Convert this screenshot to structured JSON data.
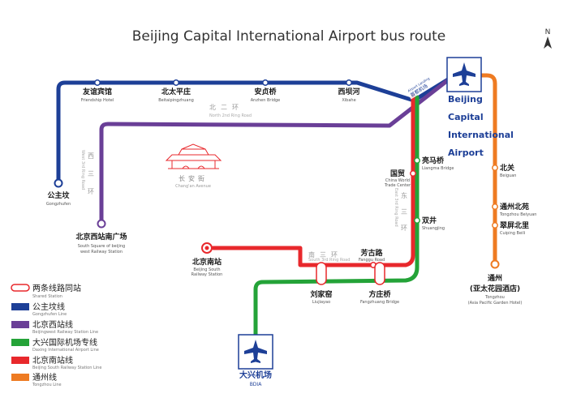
{
  "title": "Beijing Capital International Airport bus route",
  "compass": "N",
  "colors": {
    "gongzhufen_line": "#1d3f97",
    "beijingwest_line": "#6a3f97",
    "daxing_airport_line": "#24a338",
    "beijingsouth_line": "#e8282c",
    "tongzhou_line": "#ee7b22",
    "shared_station": "#e8282c"
  },
  "airports": {
    "capital": {
      "icon": "airplane-icon",
      "line1": "Beijing",
      "line2": "Capital",
      "line3": "International",
      "line4": "Airport",
      "tag_cn": "首都机场",
      "tag_en": "Airport Landing"
    },
    "daxing": {
      "icon": "airplane-icon",
      "cn": "大兴机场",
      "en": "BDIA"
    }
  },
  "stations": {
    "friendship_hotel": {
      "cn": "友谊宾馆",
      "en": "Friendship Hotel"
    },
    "beitaipingzhuang": {
      "cn": "北太平庄",
      "en": "Beitaipingzhuang"
    },
    "anzhen_bridge": {
      "cn": "安贞桥",
      "en": "Anzhen Bridge"
    },
    "xibahe": {
      "cn": "西坝河",
      "en": "Xibahe"
    },
    "gongzhufen": {
      "cn": "公主坟",
      "en": "Gongzhufen"
    },
    "beijing_west_south_square": {
      "cn": "北京西站南广场",
      "en1": "South Square of beijing",
      "en2": "west Railway Station"
    },
    "liangma_bridge": {
      "cn": "亮马桥",
      "en": "Liangma Bridge"
    },
    "china_world": {
      "cn": "国贸",
      "en1": "China World",
      "en2": "Trade Center"
    },
    "shuangjing": {
      "cn": "双井",
      "en": "Shuangjing"
    },
    "beijing_south": {
      "cn": "北京南站",
      "en1": "Beijing South",
      "en2": "Railway Station"
    },
    "fanggu_road": {
      "cn": "芳古路",
      "en": "Fanggu Road"
    },
    "liujiayao": {
      "cn": "刘家窑",
      "en": "Liujiayao"
    },
    "fangzhuang_bridge": {
      "cn": "方庄桥",
      "en": "Fangzhuang Bridge"
    },
    "beiguan": {
      "cn": "北关",
      "en": "Beiguan"
    },
    "tongzhou_beiyuan": {
      "cn": "通州北苑",
      "en": "Tongzhou Beiyuan"
    },
    "cuiping_beili": {
      "cn": "翠屏北里",
      "en": "Cuiping Beili"
    },
    "tongzhou": {
      "cn1": "通州",
      "cn2": "(亚太花园酒店)",
      "en1": "Tongzhou",
      "en2": "(Asia Pacific Garden Hotel)"
    }
  },
  "ring_roads": {
    "north2": {
      "cn": "北二环",
      "en": "North 2nd Ring Road"
    },
    "west3": {
      "cn1": "西",
      "cn2": "三",
      "cn3": "环",
      "en": "West 3rd Ring Road"
    },
    "east3": {
      "cn1": "东",
      "cn2": "三",
      "cn3": "环",
      "en": "East 3rd Ring Road"
    },
    "south3": {
      "cn": "南三环",
      "en": "South 3rd Ring Road"
    }
  },
  "landmark": {
    "icon": "tiananmen-gate-icon",
    "cn": "长安街",
    "en": "Chang'an Avenue"
  },
  "legend": [
    {
      "kind": "shared",
      "cn": "两条线路同站",
      "en": "Shared Station"
    },
    {
      "kind": "line",
      "color": "#1d3f97",
      "cn": "公主坟线",
      "en": "Gongzhufen Line"
    },
    {
      "kind": "line",
      "color": "#6a3f97",
      "cn": "北京西站线",
      "en": "Beijingwest Railway Station Line"
    },
    {
      "kind": "line",
      "color": "#24a338",
      "cn": "大兴国际机场专线",
      "en": "Daxing International Airport Line"
    },
    {
      "kind": "line",
      "color": "#e8282c",
      "cn": "北京南站线",
      "en": "Beijing South Railway Station Line"
    },
    {
      "kind": "line",
      "color": "#ee7b22",
      "cn": "通州线",
      "en": "Tongzhou Line"
    }
  ]
}
